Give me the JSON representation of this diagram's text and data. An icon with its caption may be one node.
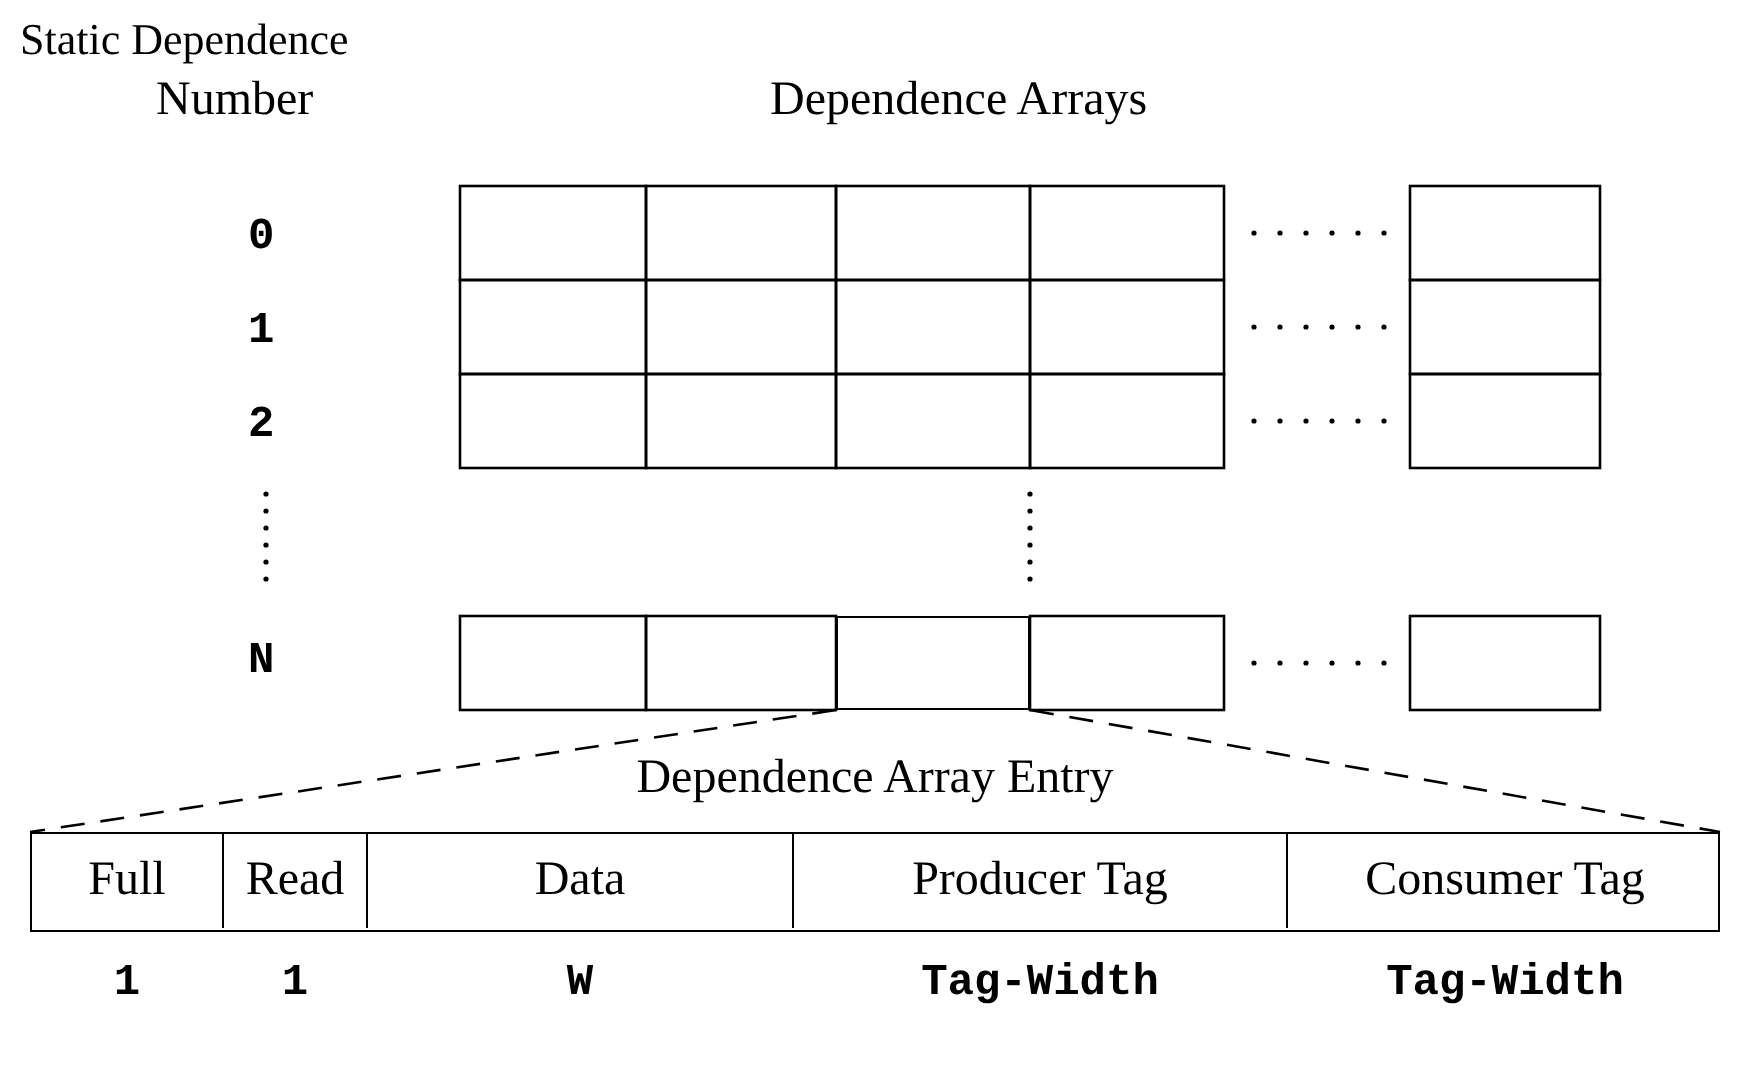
{
  "diagram": {
    "title": "Static Dependence",
    "nodes": [
      {
        "text": [],
        "shape": "box"
      },
      {
        "text": [
          "Dependence Array Entry"
        ]
      },
      {
        "text": [
          "Full"
        ],
        "in": 1,
        "beside": [
          "1"
        ]
      },
      {
        "text": [
          "Read"
        ],
        "in": 1,
        "beside": [
          "1"
        ]
      },
      {
        "text": [
          "Data"
        ],
        "in": 1,
        "beside": [
          "W"
        ]
      },
      {
        "text": [
          "Producer Tag"
        ],
        "in": 1,
        "beside": [
          "Tag-Width"
        ]
      },
      {
        "text": [
          "Consumer Tag"
        ],
        "in": 1,
        "beside": [
          "Tag-Width"
        ]
      }
    ],
    "edges": [
      {
        "from": 0,
        "to": 1,
        "arrow": "none",
        "style": "dashed"
      },
      {
        "from": 0,
        "to": 1,
        "arrow": "none",
        "style": "dashed"
      }
    ],
    "labels": [
      "Number",
      "Dependence Arrays",
      "0",
      "1",
      "2",
      "N"
    ]
  }
}
